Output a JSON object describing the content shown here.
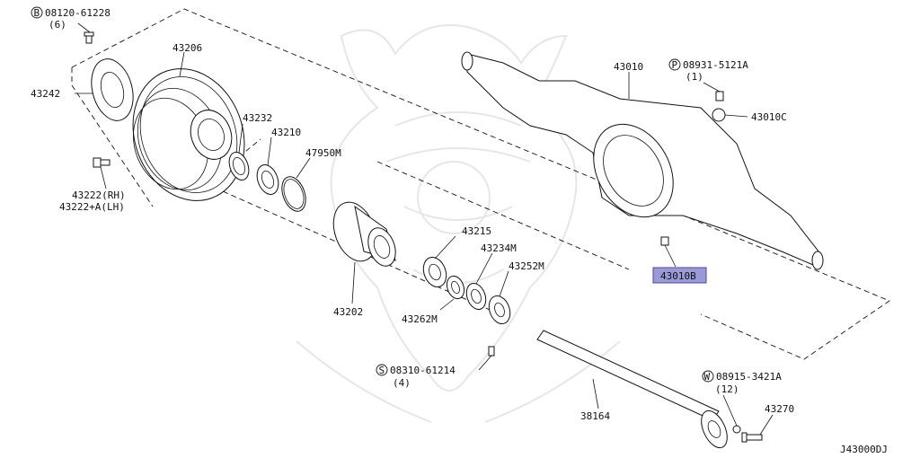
{
  "diagram_id": "J43000DJ",
  "highlight_color": "#9a9ad8",
  "labels": {
    "p08120": {
      "prefix": "B",
      "number": "08120-61228",
      "qty": "(6)"
    },
    "p43206": "43206",
    "p43242": "43242",
    "p43232": "43232",
    "p43210": "43210",
    "p47950M": "47950M",
    "p43222": {
      "rh": "43222(RH)",
      "lh": "43222+A(LH)"
    },
    "p43215": "43215",
    "p43234M": "43234M",
    "p43252M": "43252M",
    "p43202": "43202",
    "p43262M": "43262M",
    "p08310": {
      "prefix": "S",
      "number": "08310-61214",
      "qty": "(4)"
    },
    "p43010": "43010",
    "p08931": {
      "prefix": "P",
      "number": "08931-5121A",
      "qty": "(1)"
    },
    "p43010C": "43010C",
    "p43010B": "43010B",
    "p08915": {
      "prefix": "W",
      "number": "08915-3421A",
      "qty": "(12)"
    },
    "p43270": "43270",
    "p38164": "38164"
  }
}
